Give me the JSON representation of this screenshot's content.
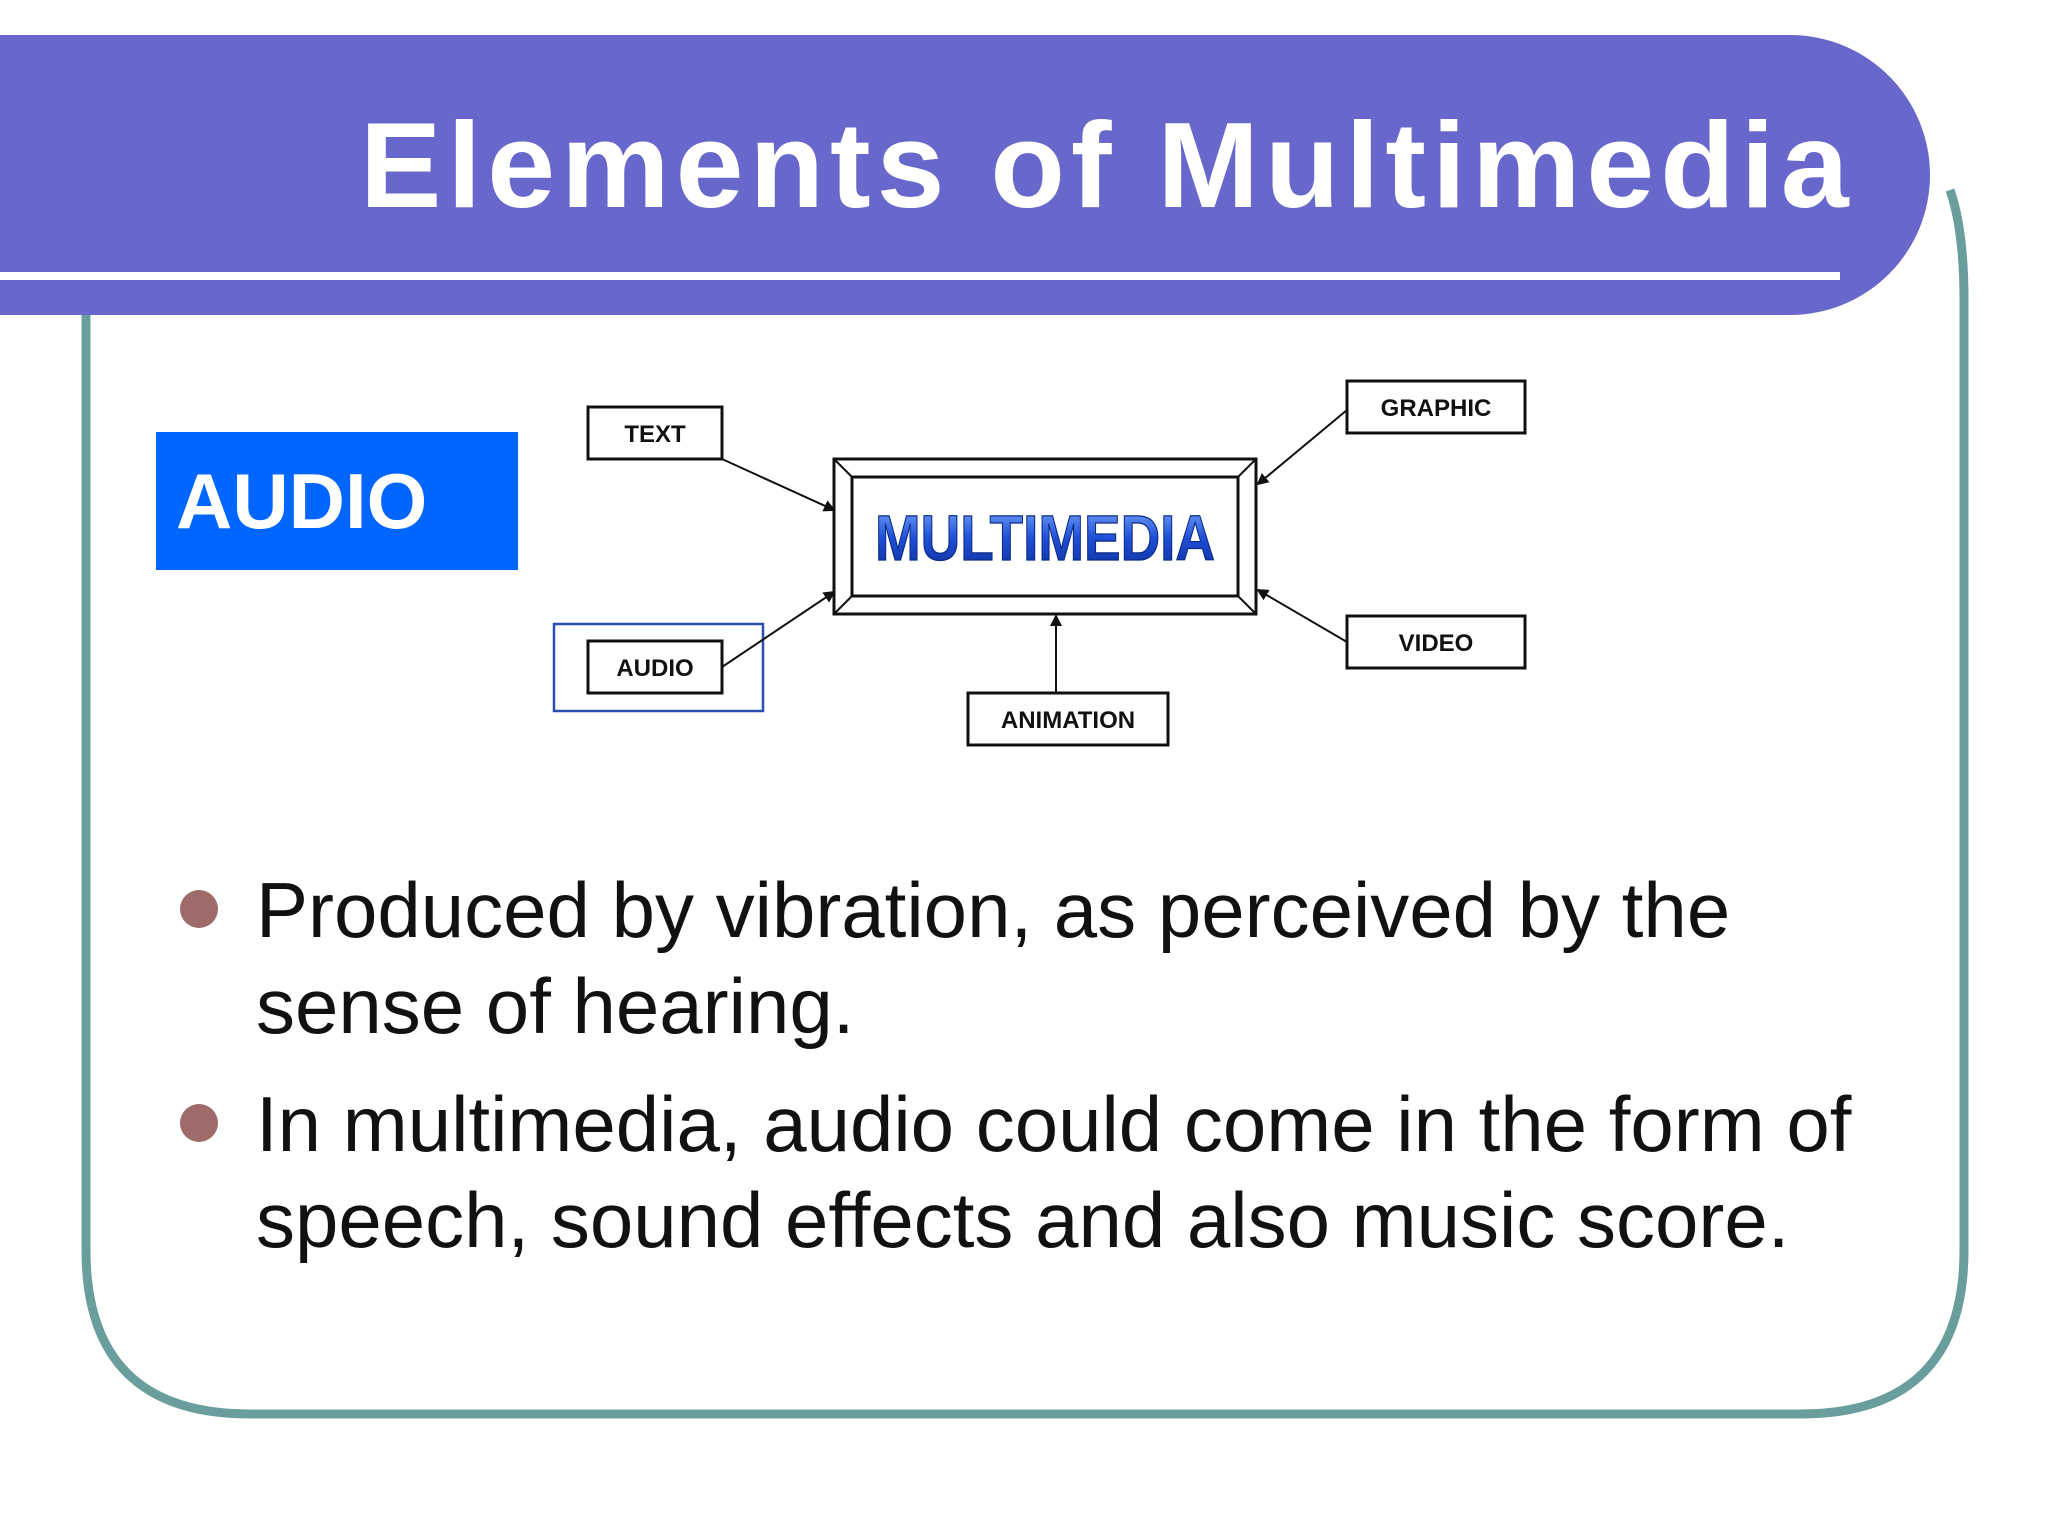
{
  "slide": {
    "title": "Elements of Multimedia",
    "section_tag": "AUDIO",
    "colors": {
      "title_bar": "#6868cc",
      "frame_border": "#6a9e9c",
      "section_tag": "#0066ff",
      "highlight_box": "#2a4fb0",
      "bullet_dot": "#9e6a6a",
      "multimedia_text": "#1f4fd6"
    }
  },
  "diagram": {
    "center": "MULTIMEDIA",
    "nodes": {
      "text": "TEXT",
      "graphic": "GRAPHIC",
      "audio": "AUDIO",
      "video": "VIDEO",
      "animation": "ANIMATION"
    },
    "highlighted_node": "AUDIO"
  },
  "bullets": [
    "Produced by vibration, as perceived by the sense of hearing.",
    "In multimedia, audio could come in the form of speech, sound effects and also music score."
  ]
}
